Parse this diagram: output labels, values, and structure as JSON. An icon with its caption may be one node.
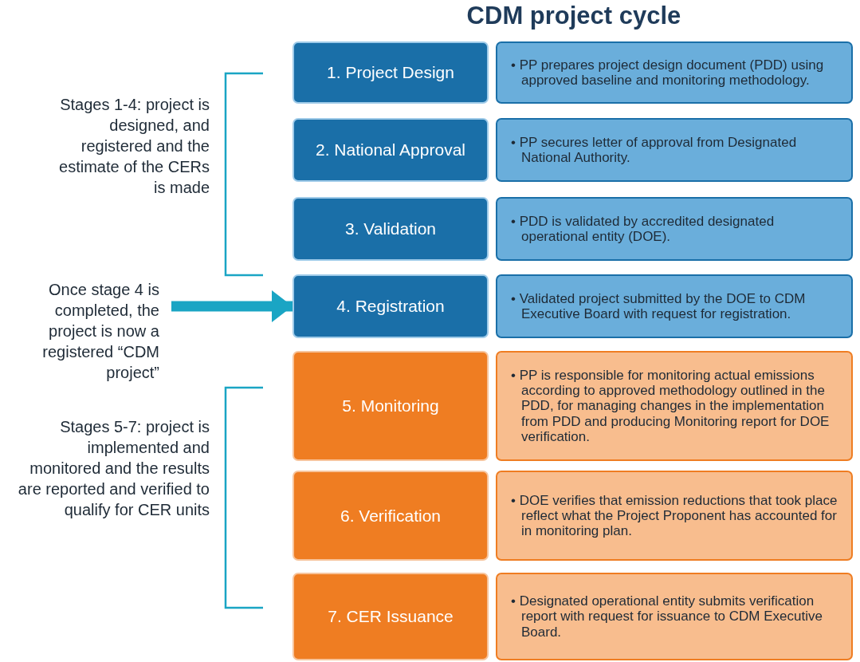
{
  "diagram": {
    "title": "CDM project cycle",
    "nodes": [
      {
        "text": [
          "1. Project Design"
        ]
      },
      {
        "text": [
          "• PP prepares project design document (PDD) using approved baseline and monitoring methodology."
        ]
      },
      {
        "text": [
          "2. National Approval"
        ]
      },
      {
        "text": [
          "• PP secures letter of approval from Designated National Authority."
        ]
      },
      {
        "text": [
          "3. Validation"
        ]
      },
      {
        "text": [
          "• PDD is validated by accredited designated operational entity (DOE)."
        ]
      },
      {
        "text": [
          "4. Registration"
        ]
      },
      {
        "text": [
          "• Validated project submitted by the DOE to CDM Executive Board with request for registration."
        ]
      },
      {
        "text": [
          "5. Monitoring"
        ]
      },
      {
        "text": [
          "• PP is responsible for monitoring actual emissions according to approved methodology outlined in the PDD, for managing changes in the implementation from PDD and producing Monitoring report for DOE verification."
        ]
      },
      {
        "text": [
          "6. Verification"
        ]
      },
      {
        "text": [
          "• DOE verifies that emission reductions that took place reflect what the Project Proponent has accounted for in monitoring plan."
        ]
      },
      {
        "text": [
          "7. CER Issuance"
        ]
      },
      {
        "text": [
          "• Designated operational entity submits verification report with request for issuance to CDM Executive Board."
        ]
      },
      {
        "text": [
          "Once stage 4 is completed, the project is now a registered “CDM project”"
        ]
      }
    ],
    "edges": [
      {
        "from": 14,
        "to": 6,
        "arrow": "to"
      }
    ],
    "labels": [
      "Stages 1-4: project is designed, and registered and the estimate of the CERs is made",
      "Stages 5-7: project is implemented and monitored and the results are reported and verified to qualify for CER units"
    ]
  }
}
